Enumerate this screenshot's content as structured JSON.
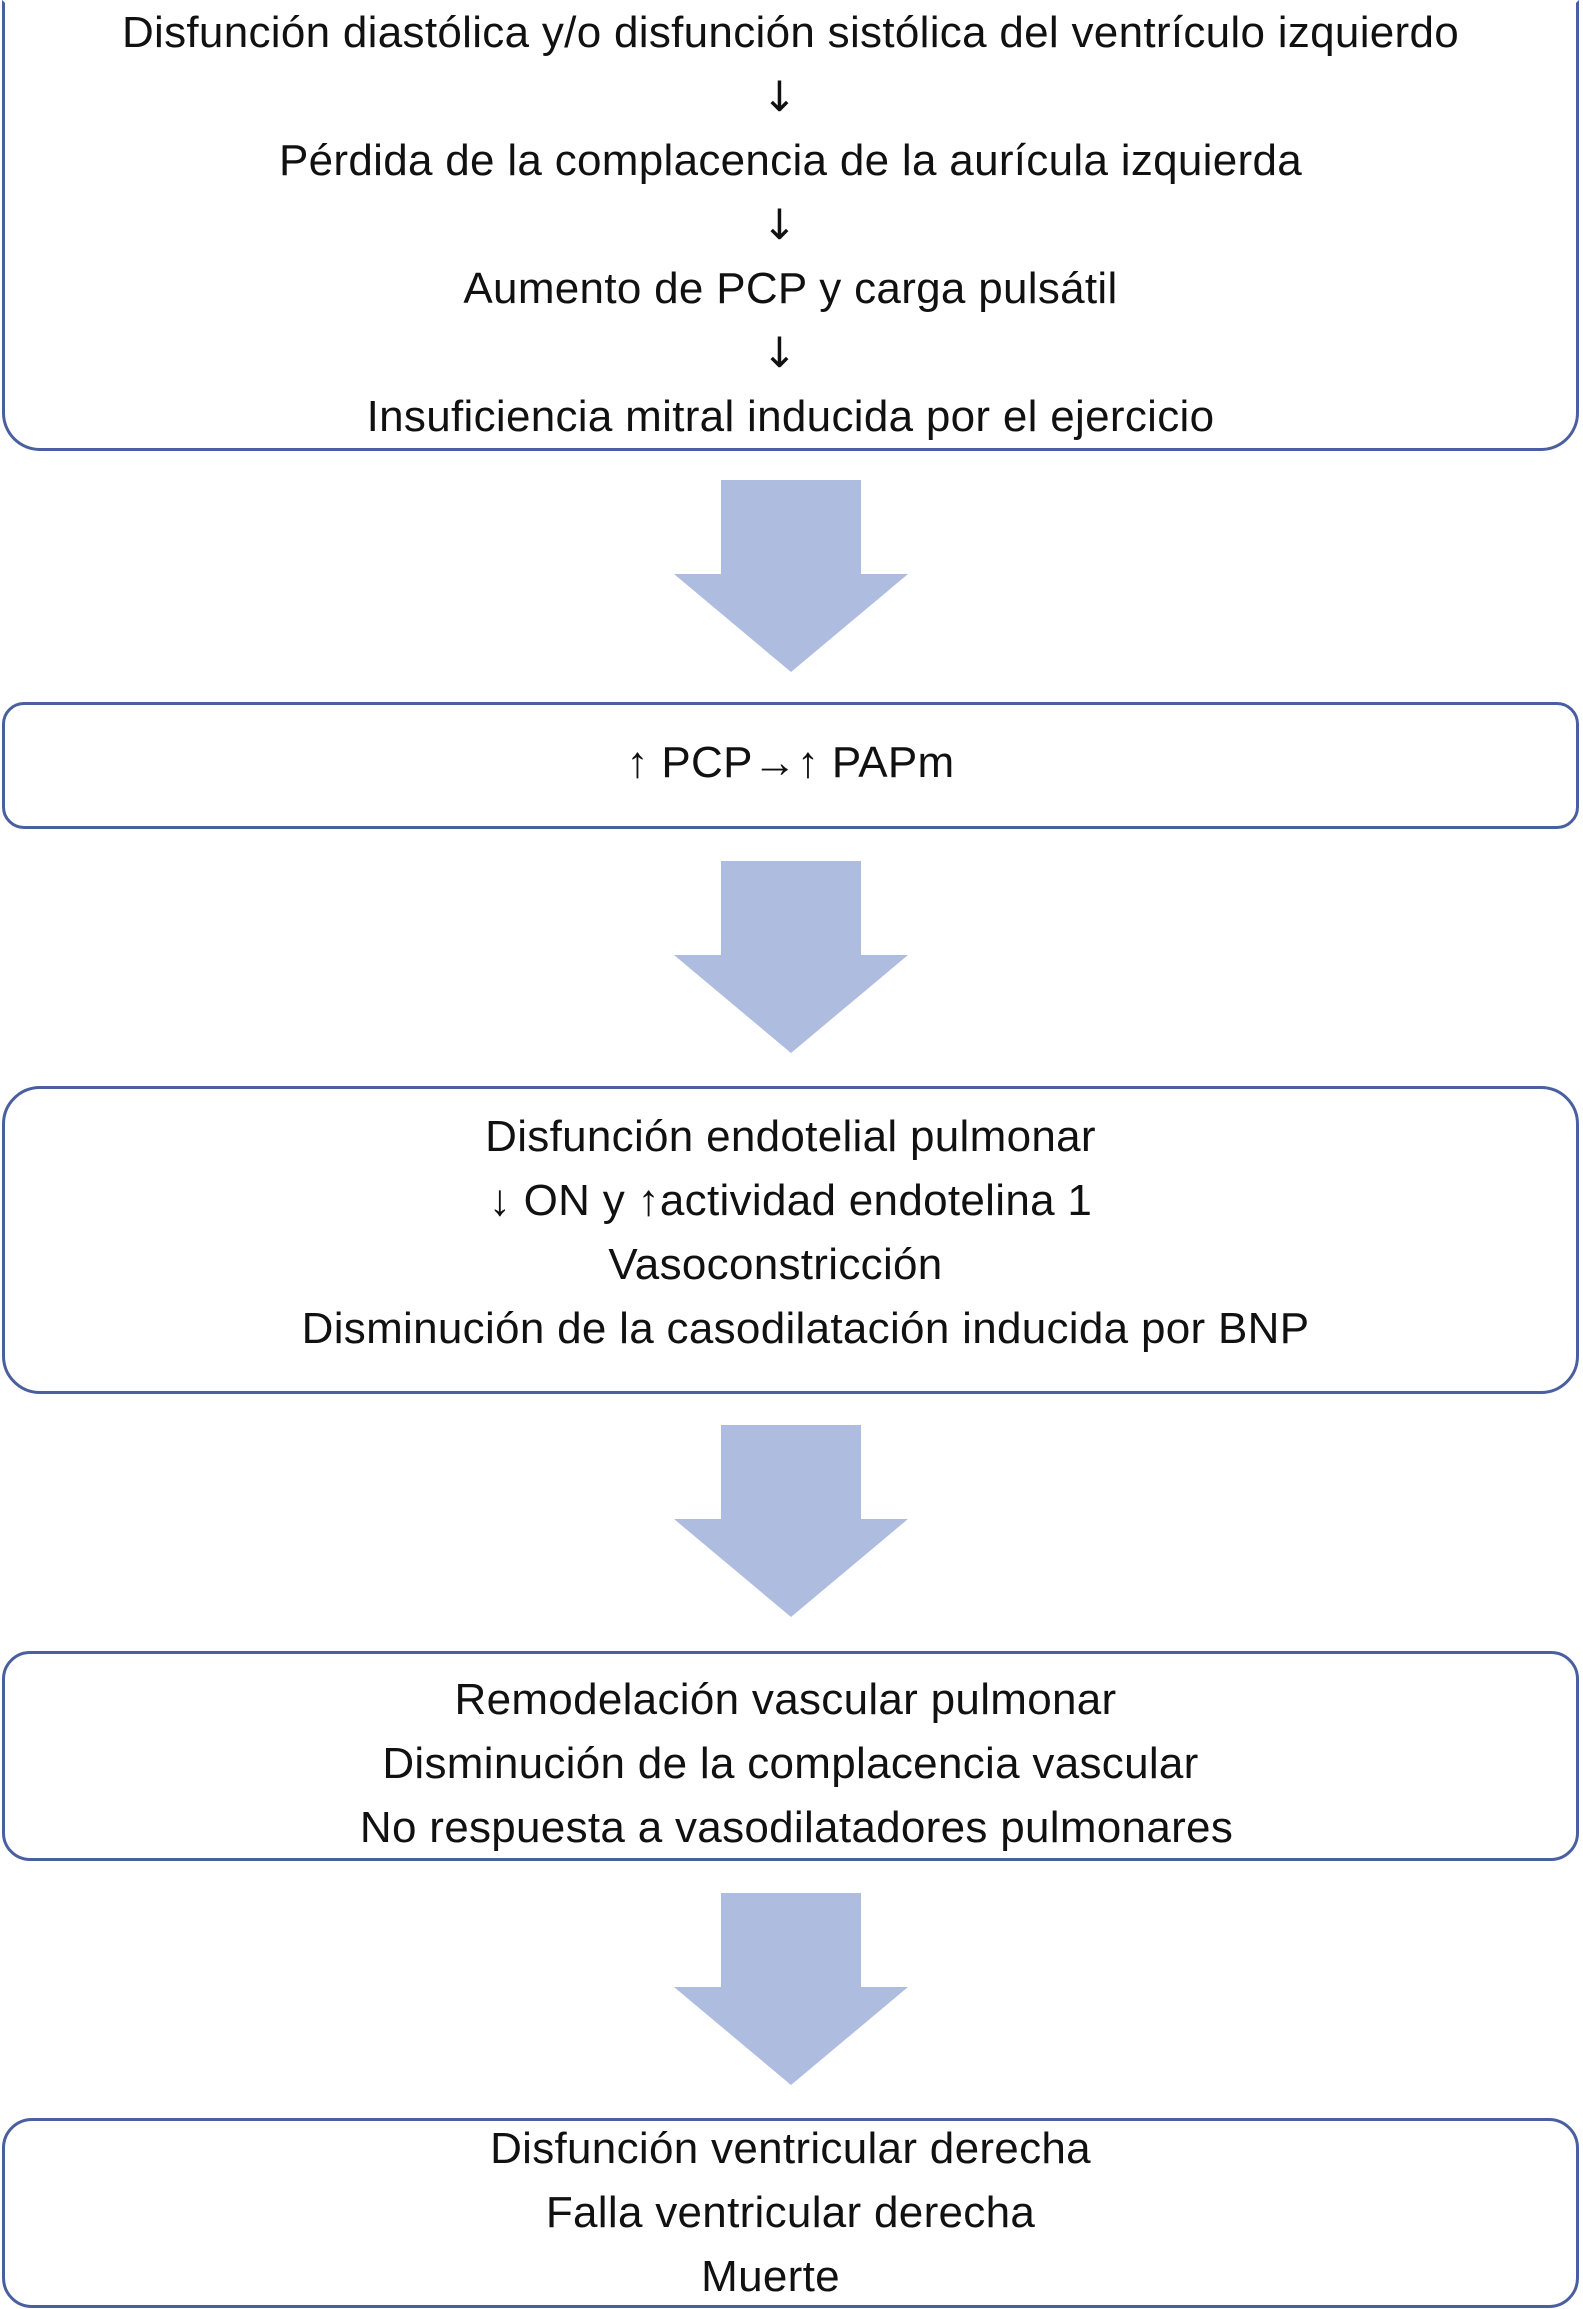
{
  "box1": {
    "line1": "Disfunción diastólica y/o disfunción sistólica del ventrículo izquierdo",
    "arrow1": "↓",
    "line2": "Pérdida de la complacencia de la aurícula izquierda",
    "arrow2": "↓",
    "line3": "Aumento de PCP y carga pulsátil",
    "arrow3": "↓",
    "line4": "Insuficiencia mitral inducida por el ejercicio"
  },
  "box2": {
    "line1": "↑ PCP→↑ PAPm"
  },
  "box3": {
    "line1": "Disfunción endotelial pulmonar",
    "line2": "↓ ON y ↑actividad endotelina 1",
    "line3": "Vasoconstricción",
    "line4": "Disminución de la casodilatación inducida por BNP"
  },
  "box4": {
    "line1": "Remodelación vascular pulmonar",
    "line2": "Disminución de la complacencia vascular",
    "line3": "No respuesta a vasodilatadores pulmonares"
  },
  "box5": {
    "line1": "Disfunción ventricular derecha",
    "line2": "Falla ventricular derecha",
    "line3": "Muerte"
  },
  "colors": {
    "box_border": "#4a5fa0",
    "flow_arrow": "#aebcdf",
    "text": "#111111"
  }
}
